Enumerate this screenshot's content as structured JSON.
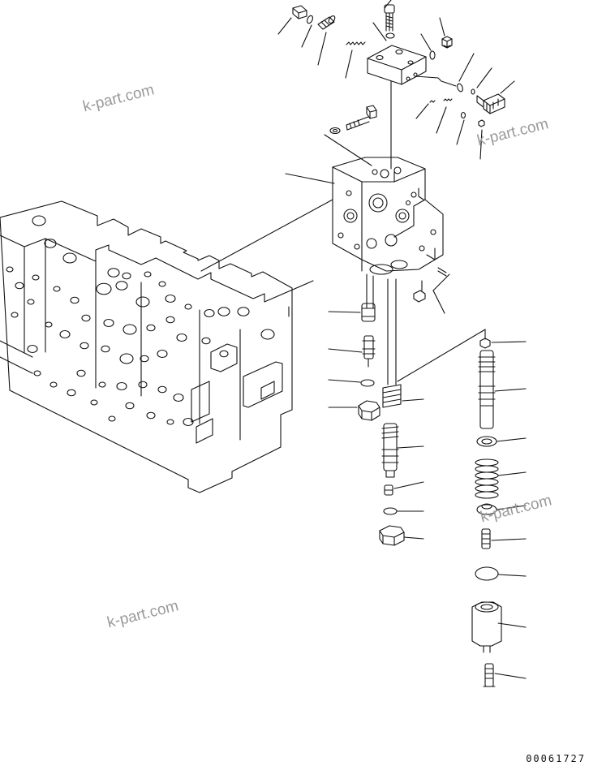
{
  "watermarks": [
    "k-part.com",
    "k-part.com",
    "k-part.com",
    "k-part.com"
  ],
  "drawing_number": "00061727"
}
